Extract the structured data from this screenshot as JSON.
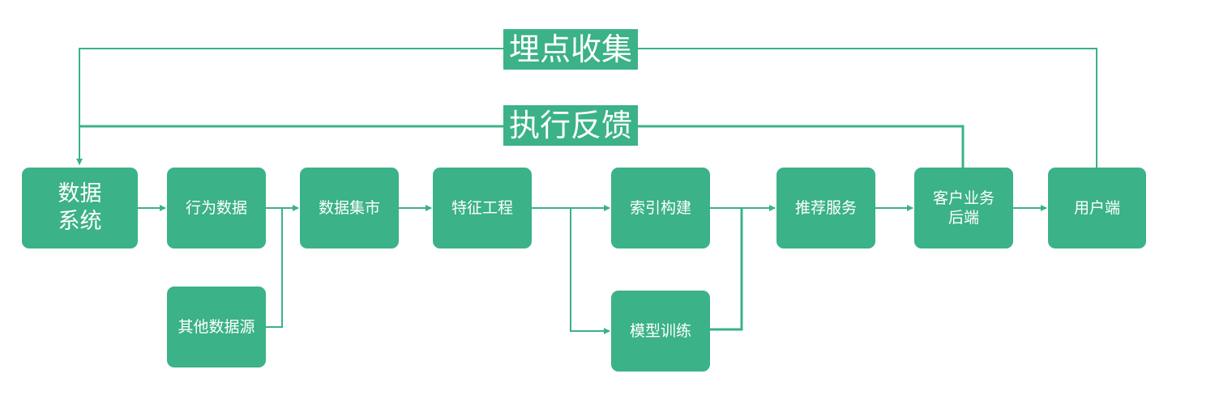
{
  "colors": {
    "node_fill": "#3bb287",
    "line": "#3bb287",
    "text": "#ffffff"
  },
  "loops": {
    "collect_label": "埋点收集",
    "feedback_label": "执行反馈"
  },
  "nodes": {
    "data_system": "数据\n系统",
    "behavior_data": "行为数据",
    "other_sources": "其他数据源",
    "data_mart": "数据集市",
    "feature_engineering": "特征工程",
    "index_build": "索引构建",
    "model_training": "模型训练",
    "recommend_service": "推荐服务",
    "client_backend": "客户业务\n后端",
    "user_end": "用户端"
  }
}
